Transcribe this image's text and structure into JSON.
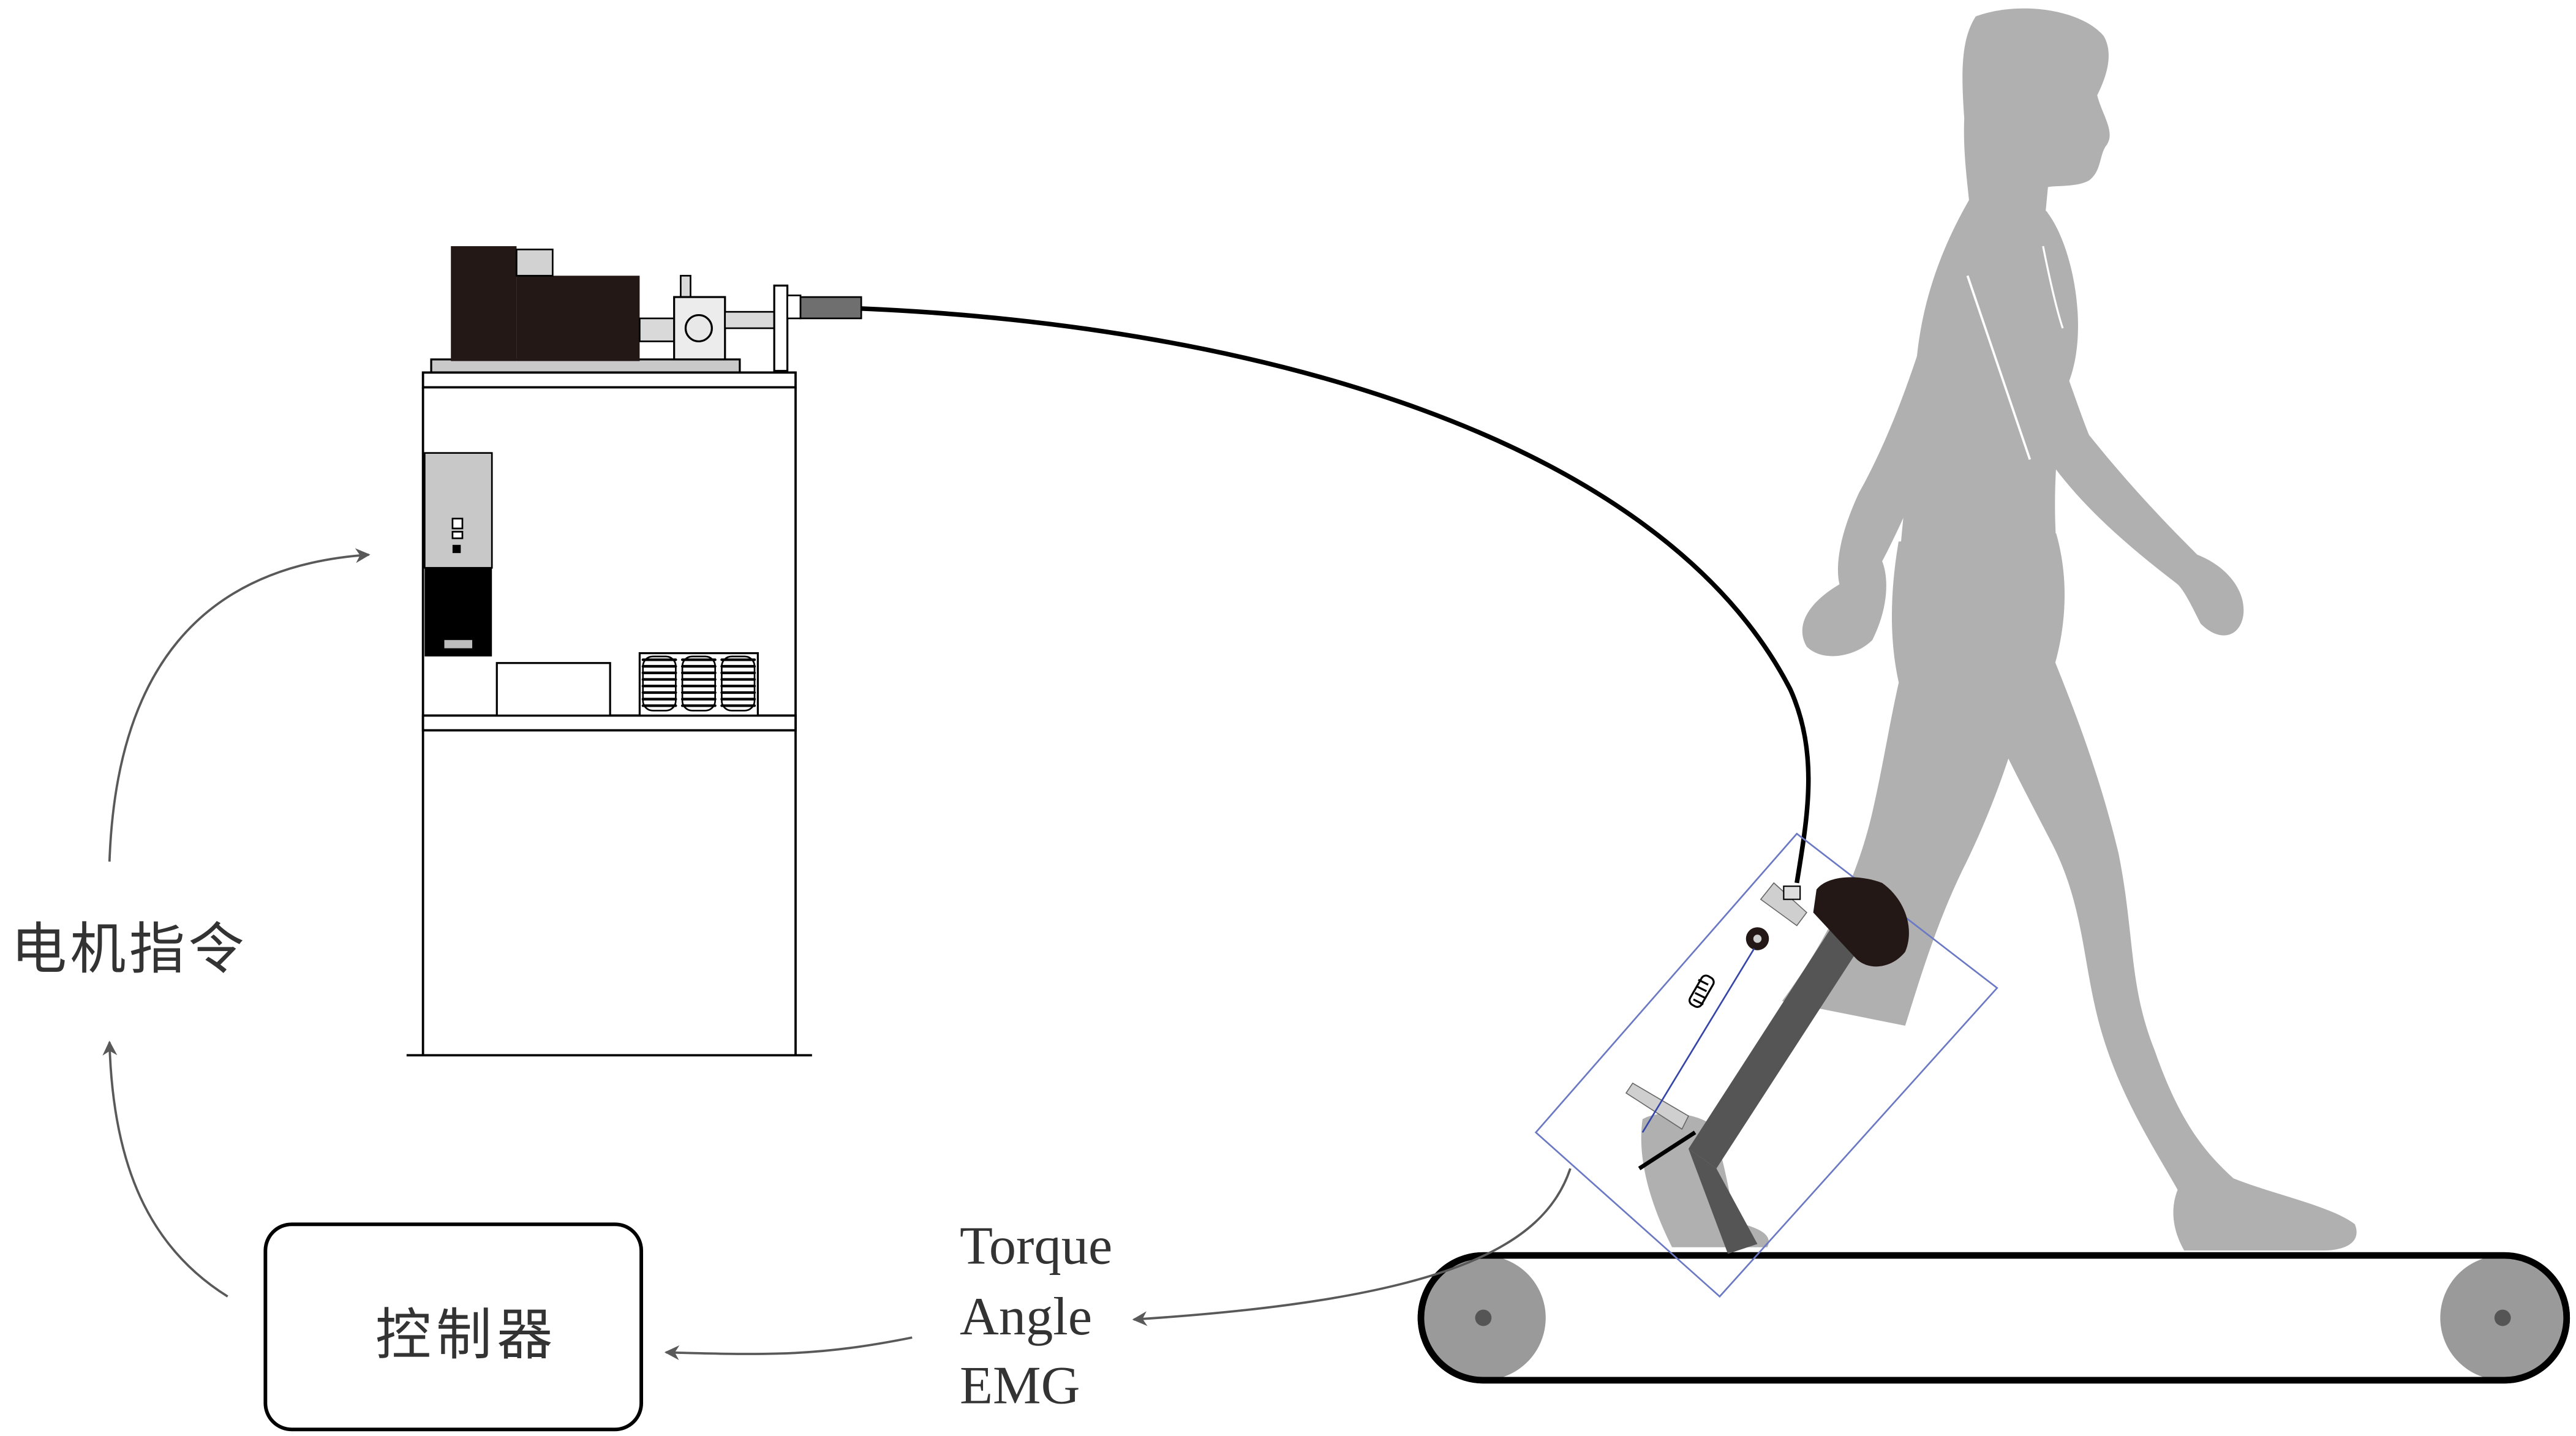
{
  "labels": {
    "motor_command": "电机指令",
    "controller": "控制器",
    "signals": [
      "Torque",
      "Angle",
      "EMG"
    ]
  },
  "colors": {
    "body": "#b0b0b0",
    "motor": "#231815",
    "line": "#000000",
    "arrow": "#595959",
    "exo_frame": "#555555",
    "guide_rect": "#6b79c4",
    "wheel": "#9a9a9a",
    "shelf": "#ffffff",
    "driver_top": "#c8c8c8"
  },
  "icons": {
    "motor": "actuator-motor-icon",
    "driver": "motor-driver-icon",
    "power": "power-supply-icon",
    "spring": "spring-coil-icon",
    "person": "walking-human-icon",
    "exoskeleton": "ankle-exoskeleton-icon",
    "treadmill": "treadmill-icon"
  }
}
